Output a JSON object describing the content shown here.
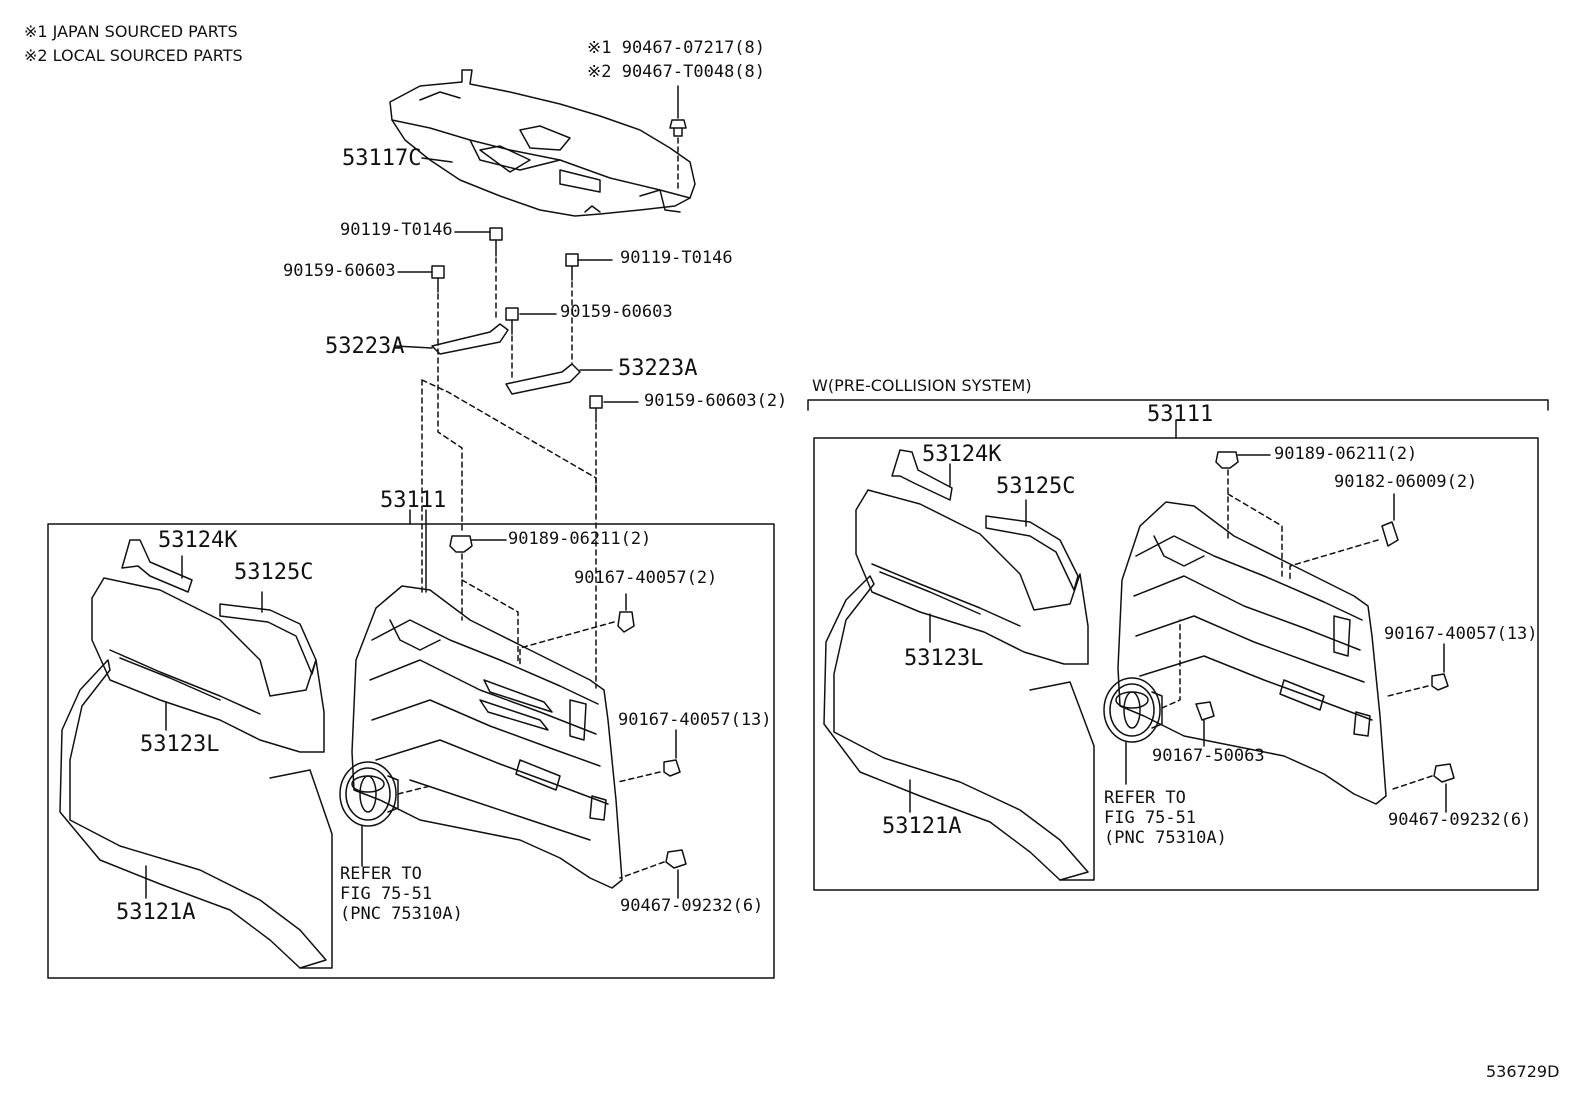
{
  "notes": [
    "※1 JAPAN SOURCED PARTS",
    "※2 LOCAL SOURCED PARTS"
  ],
  "top": {
    "clip_variant_1": "※1 90467-07217(8)",
    "clip_variant_2": "※2 90467-T0048(8)",
    "cover": "53117C",
    "bolt_left_upper": "90119-T0146",
    "bolt_left_lower": "90159-60603",
    "bolt_right_upper": "90119-T0146",
    "bolt_right_lower": "90159-60603",
    "bracket_left": "53223A",
    "bracket_right": "53223A",
    "screw_right": "90159-60603(2)"
  },
  "left_assembly": {
    "title": "53111",
    "moulding_upper": "53124K",
    "moulding_lower": "53125C",
    "grille_upper": "53123L",
    "grille_lower": "53121A",
    "nut": "90189-06211(2)",
    "clip_a": "90167-40057(2)",
    "clip_b": "90167-40057(13)",
    "clip_c": "90467-09232(6)",
    "refer": "REFER TO\nFIG 75-51\n(PNC 75310A)"
  },
  "right_assembly": {
    "condition": "W(PRE-COLLISION SYSTEM)",
    "title": "53111",
    "moulding_upper": "53124K",
    "moulding_lower": "53125C",
    "grille_upper": "53123L",
    "grille_lower": "53121A",
    "nut": "90189-06211(2)",
    "retainer": "90182-06009(2)",
    "clip_b": "90167-40057(13)",
    "clip_c": "90467-09232(6)",
    "screw": "90167-50063",
    "refer": "REFER TO\nFIG 75-51\n(PNC 75310A)"
  },
  "figure_code": "536729D"
}
